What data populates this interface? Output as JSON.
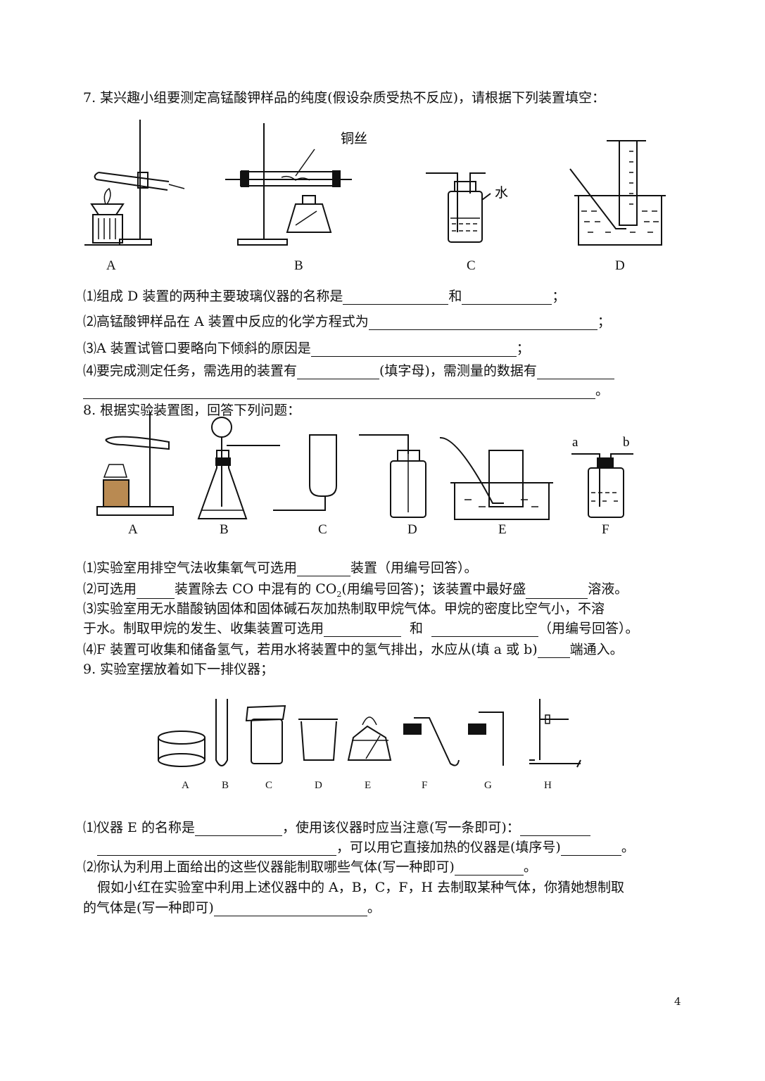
{
  "q7": {
    "title": "7. 某兴趣小组要测定高锰酸钾样品的纯度(假设杂质受热不反应)，请根据下列装置填空：",
    "fig_labels": [
      "A",
      "B",
      "C",
      "D"
    ],
    "fig_text_copper": "铜丝",
    "fig_text_water": "水",
    "p1a": "⑴组成 D 装置的两种主要玻璃仪器的名称是",
    "p1b": "和",
    "p1c": "；",
    "p2a": "⑵高锰酸钾样品在 A 装置中反应的化学方程式为",
    "p2b": "；",
    "p3a": "⑶A 装置试管口要略向下倾斜的原因是",
    "p3b": "；",
    "p4a": "⑷要完成测定任务，需选用的装置有",
    "p4b": "(填字母)，需测量的数据有",
    "p4c": "。"
  },
  "q8": {
    "title": "8. 根据实验装置图，回答下列问题：",
    "fig_labels": [
      "A",
      "B",
      "C",
      "D",
      "E",
      "F"
    ],
    "fig_ab": [
      "a",
      "b"
    ],
    "p1a": "⑴实验室用排空气法收集氧气可选用",
    "p1b": "装置（用编号回答）。",
    "p2a": "⑵可选用",
    "p2b": "装置除去 CO 中混有的 CO",
    "p2sub": "2",
    "p2c": "(用编号回答)；该装置中最好盛",
    "p2d": "溶液。",
    "p3a": "⑶实验室用无水醋酸钠固体和固体碱石灰加热制取甲烷气体。甲烷的密度比空气小，不溶",
    "p3b": "于水。制取甲烷的发生、收集装置可选用",
    "p3c": "和",
    "p3d": "（用编号回答）。",
    "p4a": "⑷F 装置可收集和储备氢气，若用水将装置中的氢气排出，水应从(填 a 或 b)",
    "p4b": "端通入。"
  },
  "q9": {
    "title": "9. 实验室摆放着如下一排仪器；",
    "fig_labels": [
      "A",
      "B",
      "C",
      "D",
      "E",
      "F",
      "G",
      "H"
    ],
    "p1a": "⑴仪器 E 的名称是",
    "p1b": "，使用该仪器时应当注意(写一条即可)：",
    "p1c": "，可以用它直接加热的仪器是(填序号)",
    "p1d": "。",
    "p2a": "⑵你认为利用上面给出的这些仪器能制取哪些气体(写一种即可)",
    "p2b": "。",
    "p3a": "假如小红在实验室中利用上述仪器中的 A，B，C，F，H 去制取某种气体，你猜她想制取",
    "p3b": "的气体是(写一种即可)",
    "p3c": "。"
  },
  "page_number": "4"
}
